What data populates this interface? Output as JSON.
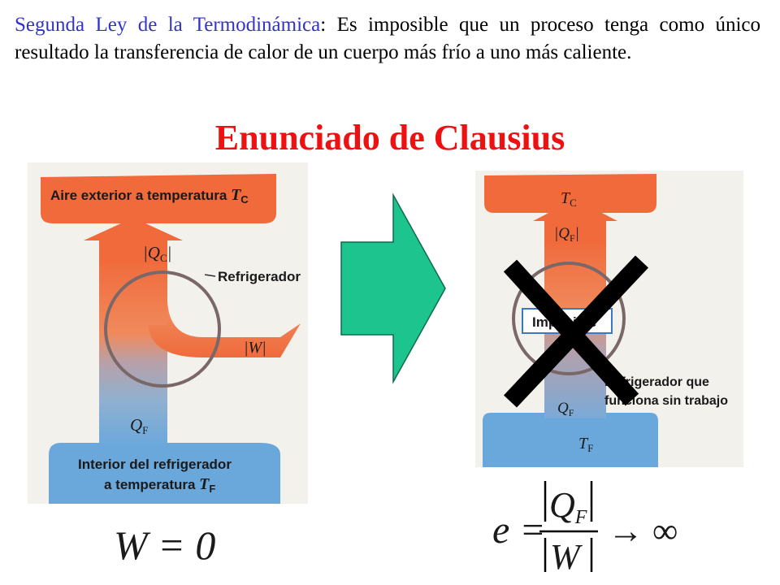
{
  "statement": {
    "term": "Segunda Ley de la Termodinámica",
    "text": ": Es imposible que un proceso tenga como único resultado la transferencia de calor de un cuerpo más frío a uno más caliente."
  },
  "title": "Enunciado de Clausius",
  "left_panel": {
    "top_label": "Aire exterior a temperatura",
    "top_temp": "T",
    "top_temp_sub": "C",
    "heat_hot": "|Q",
    "heat_hot_sub": "C",
    "heat_hot_close": "|",
    "device_label": "Refrigerador",
    "work": "|W|",
    "heat_cold": "Q",
    "heat_cold_sub": "F",
    "bottom_line1": "Interior del refrigerador",
    "bottom_line2": "a temperatura",
    "bottom_temp": "T",
    "bottom_temp_sub": "F",
    "equation": "W = 0"
  },
  "right_panel": {
    "top_temp": "T",
    "top_temp_sub": "C",
    "heat_hot": "|Q",
    "heat_hot_sub": "F",
    "heat_hot_close": "|",
    "box_label": "Imposible",
    "device_line1": "Refrigerador que",
    "device_line2": "funciona sin trabajo",
    "heat_cold": "Q",
    "heat_cold_sub": "F",
    "bottom_temp": "T",
    "bottom_temp_sub": "F",
    "eq_lhs": "e =",
    "eq_num": "Q",
    "eq_num_sub": "F",
    "eq_den": "W",
    "eq_rhs": "→ ∞"
  },
  "colors": {
    "hot": "#f06a3c",
    "cold": "#6aa8dc",
    "transfer_arrow": "#1dc48e",
    "cross": "#000000",
    "circle": "#7a6868"
  }
}
